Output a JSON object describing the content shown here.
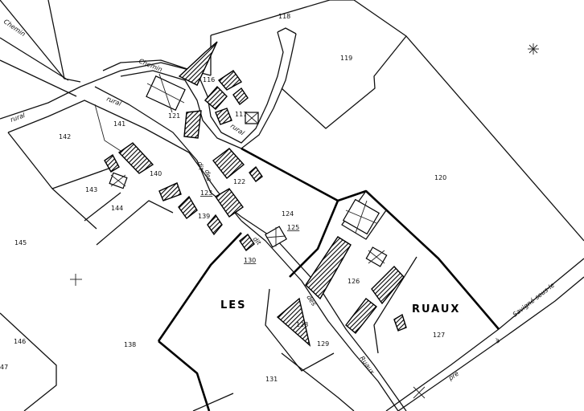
{
  "map": {
    "locality_words": [
      "LES",
      "RUAUX"
    ],
    "parcels": [
      {
        "id": "p118",
        "label": "118"
      },
      {
        "id": "p119",
        "label": "119"
      },
      {
        "id": "p120",
        "label": "120"
      },
      {
        "id": "p116",
        "label": "116"
      },
      {
        "id": "p117",
        "label": "117"
      },
      {
        "id": "p121",
        "label": "121"
      },
      {
        "id": "p141",
        "label": "141"
      },
      {
        "id": "p142",
        "label": "142"
      },
      {
        "id": "p140",
        "label": "140"
      },
      {
        "id": "p143",
        "label": "143"
      },
      {
        "id": "p144",
        "label": "144"
      },
      {
        "id": "p122",
        "label": "122"
      },
      {
        "id": "p123",
        "label": "123"
      },
      {
        "id": "p139",
        "label": "139"
      },
      {
        "id": "p124",
        "label": "124"
      },
      {
        "id": "p125",
        "label": "125"
      },
      {
        "id": "p130",
        "label": "130"
      },
      {
        "id": "p145",
        "label": "145"
      },
      {
        "id": "p126",
        "label": "126"
      },
      {
        "id": "p127",
        "label": "127"
      },
      {
        "id": "p128",
        "label": "128"
      },
      {
        "id": "p129",
        "label": "129"
      },
      {
        "id": "p138",
        "label": "138"
      },
      {
        "id": "p146",
        "label": "146"
      },
      {
        "id": "p131",
        "label": "131"
      },
      {
        "id": "p47",
        "label": "47"
      }
    ],
    "road_labels": [
      {
        "id": "chemin-nw",
        "text": "Chemin"
      },
      {
        "id": "rural-w",
        "text": "rural"
      },
      {
        "id": "rural-mid",
        "text": "rural"
      },
      {
        "id": "chemin-top",
        "text": "Chemin"
      },
      {
        "id": "rural-loop",
        "text": "rural"
      },
      {
        "id": "dit-1",
        "text": "dit"
      },
      {
        "id": "des-1",
        "text": "des"
      },
      {
        "id": "ruaux-road",
        "text": "Ruaux"
      },
      {
        "id": "dit-2",
        "text": "dit"
      },
      {
        "id": "des-2",
        "text": "des"
      },
      {
        "id": "pre",
        "text": "pre"
      },
      {
        "id": "a",
        "text": "à"
      },
      {
        "id": "savigne",
        "text": "Savigné-sous-le"
      }
    ]
  }
}
